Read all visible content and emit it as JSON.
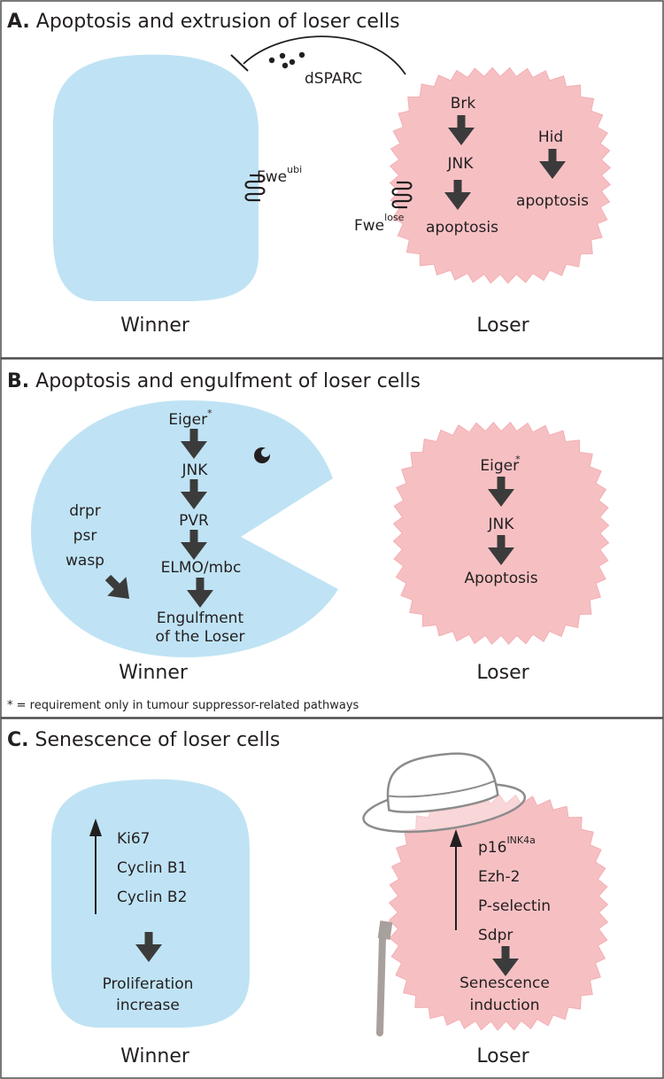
{
  "panels": {
    "a": {
      "letter": "A.",
      "title": "Apoptosis and extrusion of  loser cells",
      "winner_label": "Winner",
      "loser_label": "Loser",
      "dsparc": "dSPARC",
      "fwe_ubi_base": "Fwe",
      "fwe_ubi_sup": "ubi",
      "fwe_lose_base": "Fwe",
      "fwe_lose_sup": "lose",
      "brk": "Brk",
      "jnk": "JNK",
      "apoptosis_left": "apoptosis",
      "hid": "Hid",
      "apoptosis_right": "apoptosis"
    },
    "b": {
      "letter": "B.",
      "title": "Apoptosis and engulfment of  loser cells",
      "winner_label": "Winner",
      "loser_label": "Loser",
      "eiger": "Eiger",
      "star": "*",
      "jnk": "JNK",
      "pvr": "PVR",
      "elmo": "ELMO/mbc",
      "engulf_1": "Engulfment",
      "engulf_2": "of the Loser",
      "drpr": "drpr",
      "psr": "psr",
      "wasp": "wasp",
      "loser_eiger": "Eiger",
      "loser_star": "*",
      "loser_jnk": "JNK",
      "loser_apoptosis": "Apoptosis",
      "footnote": "* = requirement only in tumour suppressor-related pathways"
    },
    "c": {
      "letter": "C.",
      "title": "Senescence of loser cells",
      "winner_label": "Winner",
      "loser_label": "Loser",
      "ki67": "Ki67",
      "cyclin_b1": "Cyclin B1",
      "cyclin_b2": "Cyclin B2",
      "prolif_1": "Proliferation",
      "prolif_2": "increase",
      "p16_base": "p16",
      "p16_sup": "INK4a",
      "ezh2": "Ezh-2",
      "pselectin": "P-selectin",
      "sdpr": "Sdpr",
      "senes_1": "Senescence",
      "senes_2": "induction"
    }
  },
  "colors": {
    "winner_fill": "#bfe3f4",
    "loser_fill": "#f6c0c3",
    "loser_spike": "#f3aeb3",
    "arrow": "#3b3b3b",
    "border": "#4d4d4d",
    "hat_stroke": "#8c8c8c",
    "cane": "#a8a09c"
  }
}
